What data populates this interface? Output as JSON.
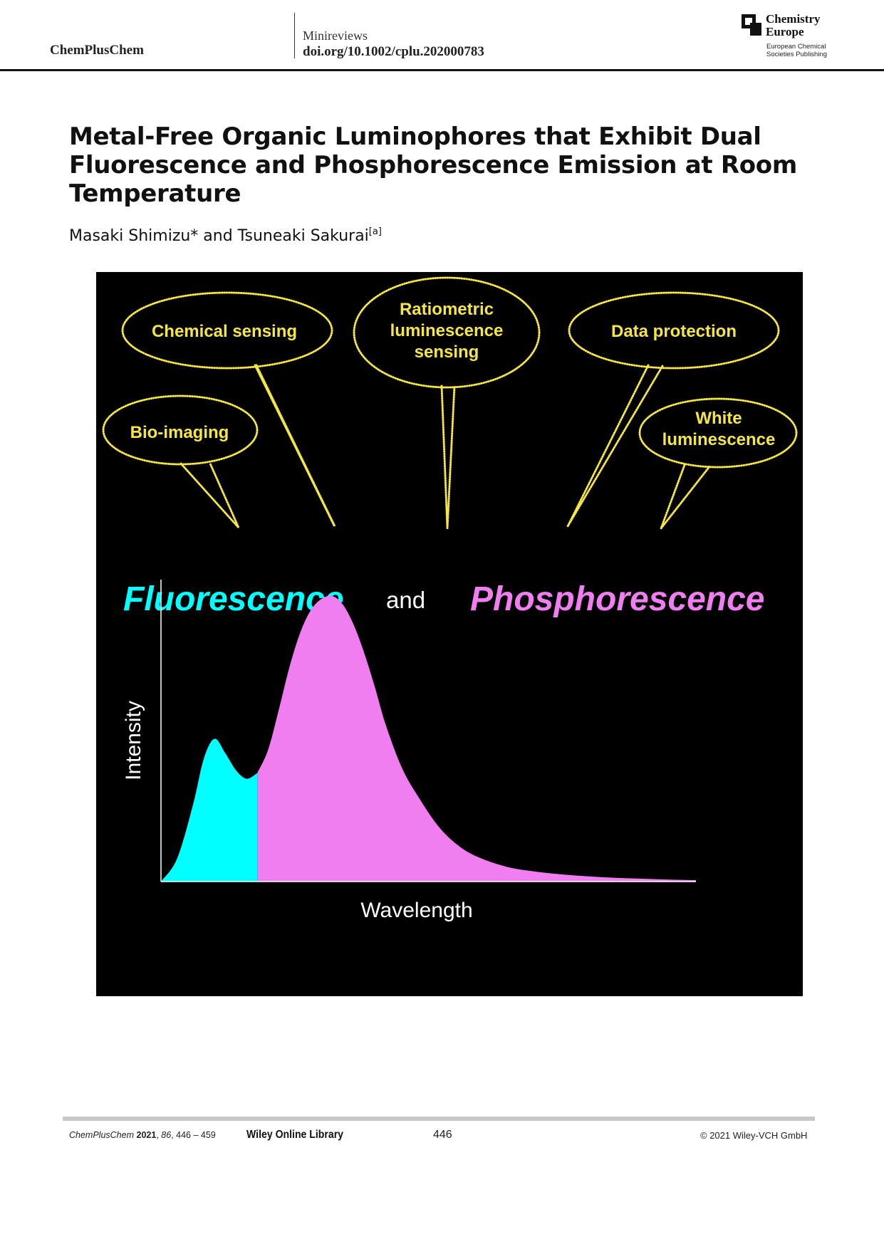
{
  "header": {
    "journal": "ChemPlusChem",
    "section": "Minireviews",
    "doi": "doi.org/10.1002/cplu.202000783",
    "publisher_logo": {
      "name_line1": "Chemistry",
      "name_line2": "Europe",
      "sub_line1": "European Chemical",
      "sub_line2": "Societies Publishing"
    }
  },
  "article": {
    "title": "Metal-Free Organic Luminophores that Exhibit Dual Fluorescence and Phosphorescence Emission at Room Temperature",
    "authors_text": "Masaki Shimizu* and Tsuneaki Sakurai",
    "authors_affiliation_mark": "[a]"
  },
  "figure": {
    "bubbles": {
      "chemical_sensing": "Chemical sensing",
      "ratiometric": [
        "Ratiometric",
        "luminescence",
        "sensing"
      ],
      "data_protection": "Data protection",
      "bio_imaging": "Bio-imaging",
      "white": [
        "White",
        "luminescence"
      ]
    },
    "heading_fluorescence": "Fluorescence",
    "heading_and": "and",
    "heading_phosphorescence": "Phosphorescence",
    "colors": {
      "background": "#000000",
      "bubble": "#f5e642",
      "fluorescence": "#00ffff",
      "phosphorescence": "#f07ef0"
    }
  },
  "chart_data": {
    "type": "area",
    "xlabel": "Wavelength",
    "ylabel": "Intensity",
    "grid": false,
    "series": [
      {
        "name": "Fluorescence",
        "color": "#00ffff",
        "x": [
          0.0,
          0.03,
          0.06,
          0.08,
          0.1,
          0.12,
          0.14,
          0.16,
          0.18
        ],
        "values": [
          0.0,
          0.08,
          0.27,
          0.43,
          0.5,
          0.45,
          0.39,
          0.36,
          0.38
        ]
      },
      {
        "name": "Phosphorescence",
        "color": "#f07ef0",
        "x": [
          0.18,
          0.2,
          0.22,
          0.24,
          0.26,
          0.28,
          0.3,
          0.32,
          0.34,
          0.36,
          0.38,
          0.4,
          0.42,
          0.45,
          0.48,
          0.52,
          0.56,
          0.6,
          0.65,
          0.7,
          0.75,
          0.8,
          0.85,
          0.9,
          0.95,
          1.0
        ],
        "values": [
          0.38,
          0.46,
          0.6,
          0.75,
          0.87,
          0.95,
          0.99,
          1.0,
          0.97,
          0.9,
          0.8,
          0.68,
          0.55,
          0.4,
          0.3,
          0.19,
          0.12,
          0.08,
          0.05,
          0.035,
          0.025,
          0.018,
          0.013,
          0.01,
          0.007,
          0.005
        ]
      }
    ]
  },
  "footer": {
    "citation_journal": "ChemPlusChem",
    "citation_year": "2021",
    "citation_volume": "86",
    "citation_pages": "446 – 459",
    "library": "Wiley Online Library",
    "page_number": "446",
    "copyright": "© 2021 Wiley-VCH GmbH"
  }
}
